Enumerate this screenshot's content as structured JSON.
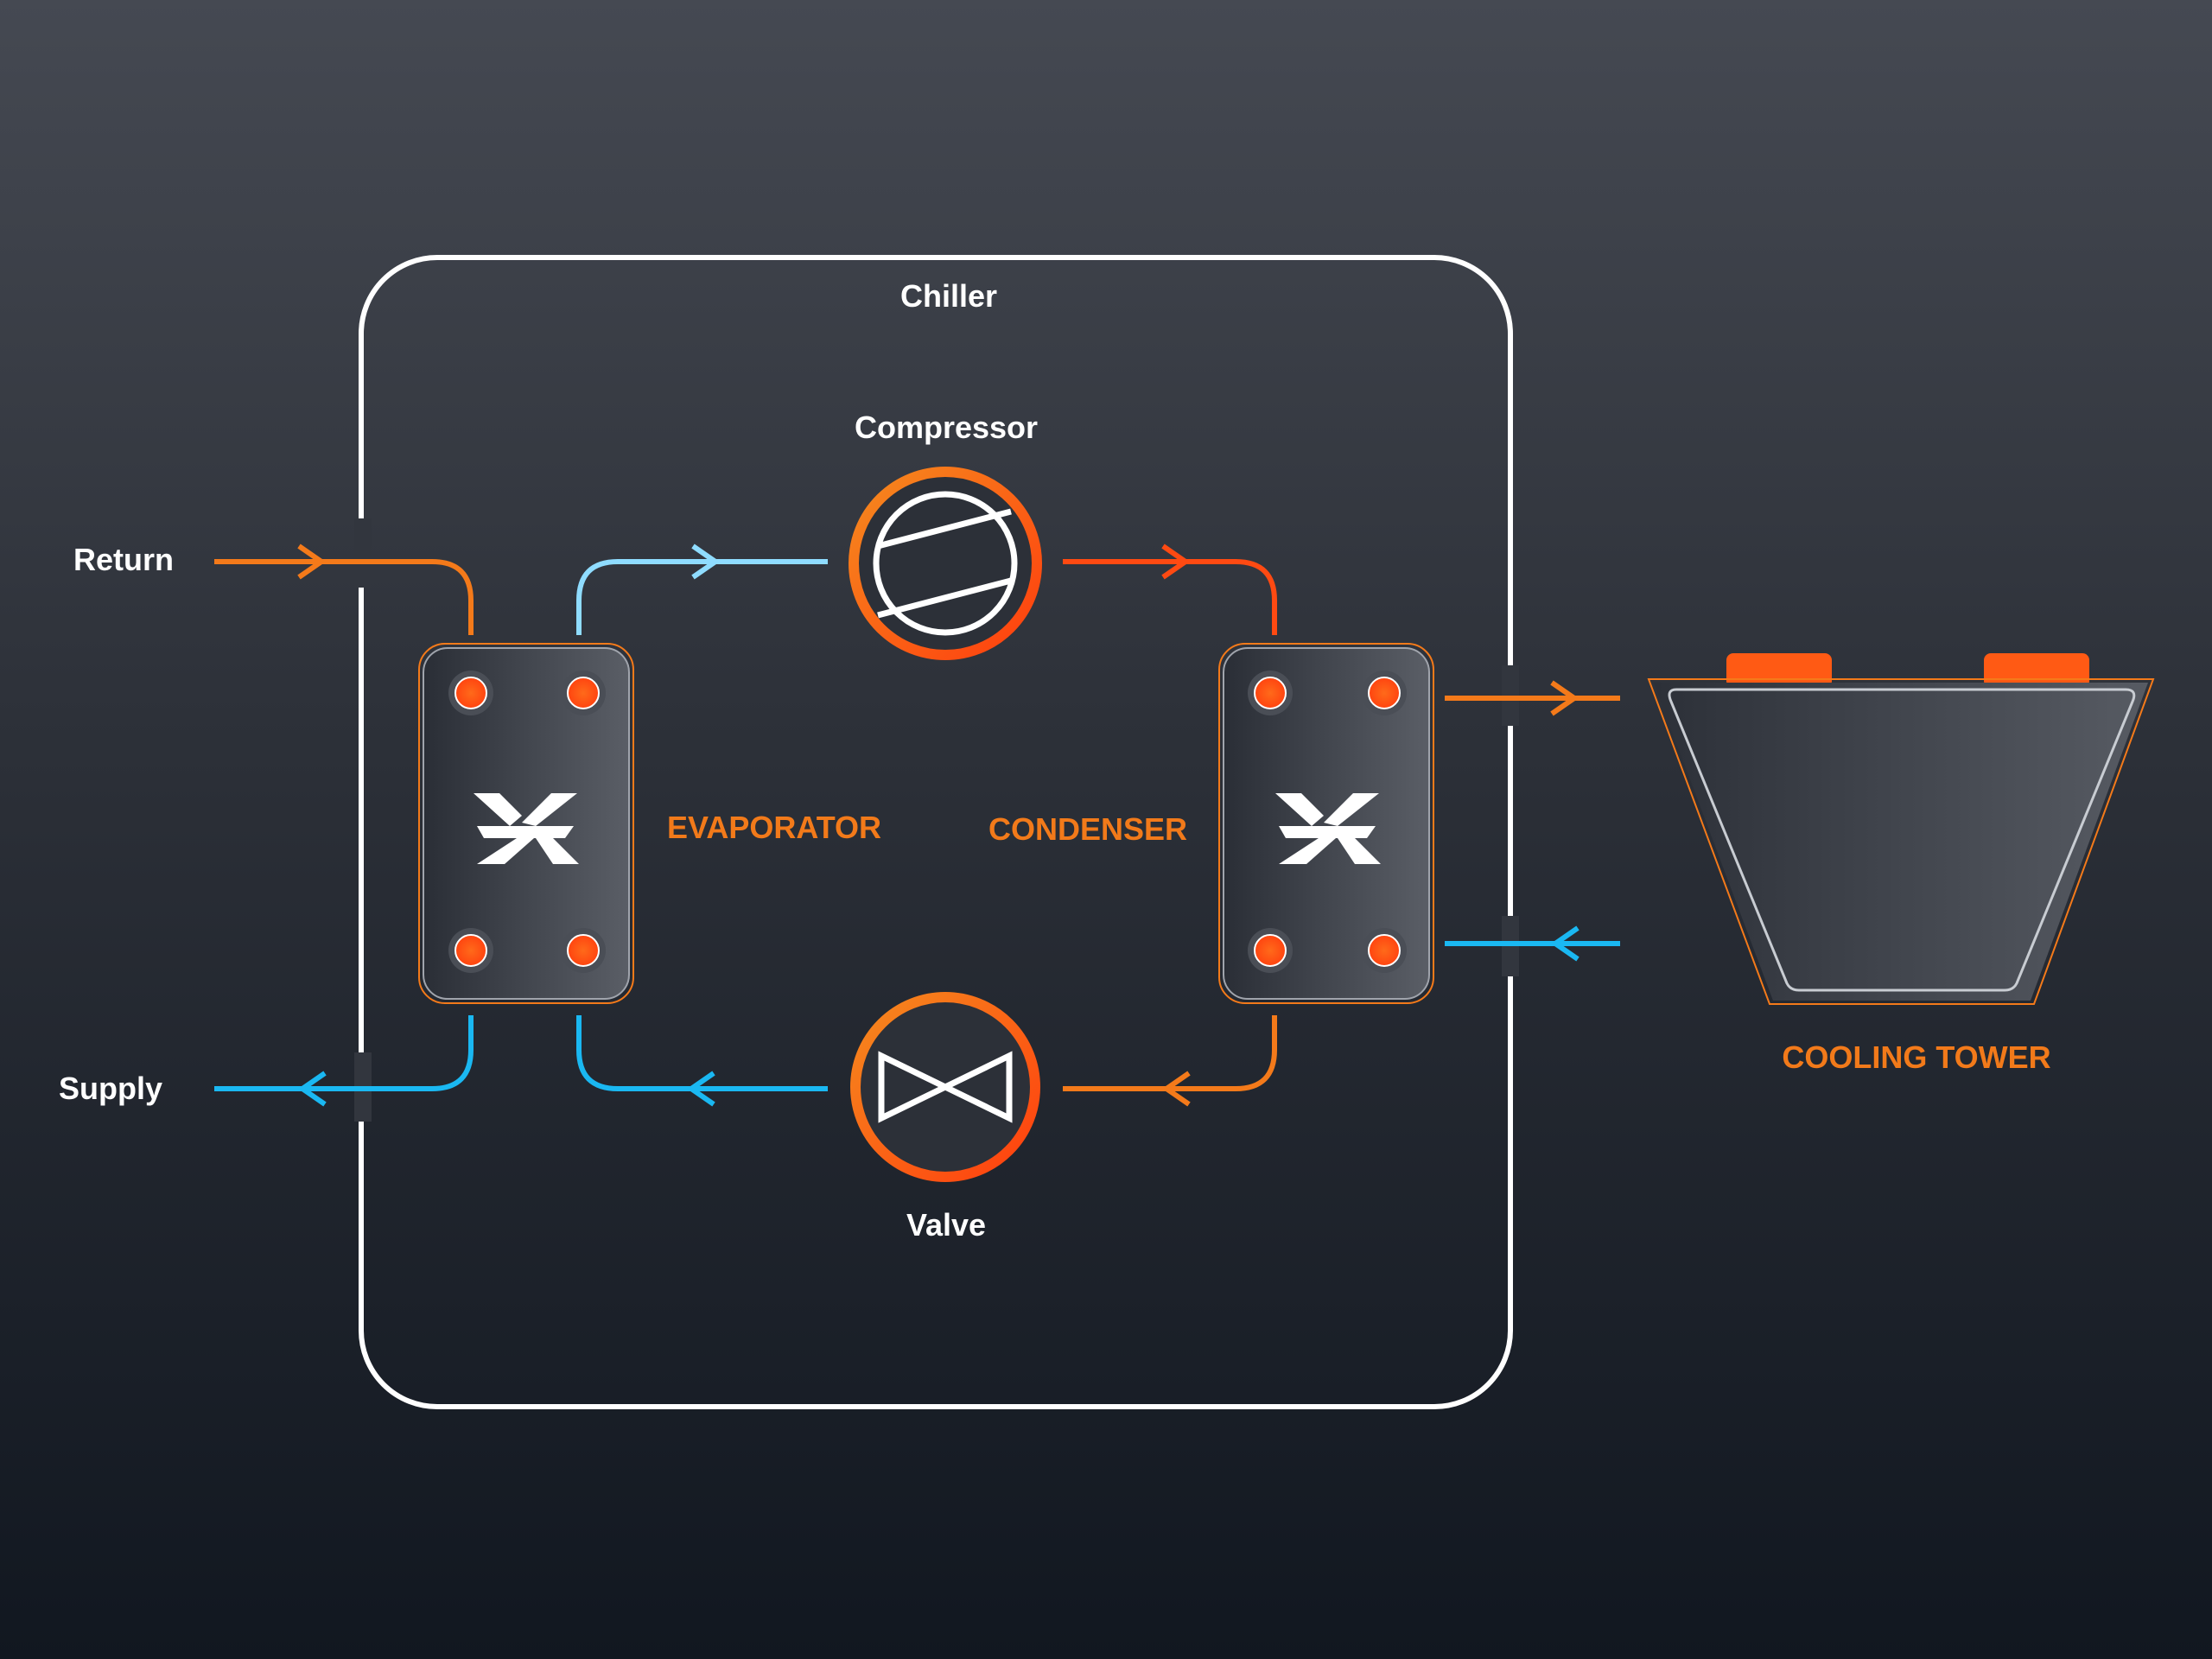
{
  "labels": {
    "chiller": "Chiller",
    "compressor": "Compressor",
    "valve": "Valve",
    "return": "Return",
    "supply": "Supply",
    "evaporator": "EVAPORATOR",
    "condenser": "CONDENSER",
    "cooling_tower": "COOLING TOWER"
  },
  "colors": {
    "hot": "#f47a1a",
    "hot_red": "#ff4a12",
    "cold": "#1ab8f2",
    "cold_light": "#8fdcff",
    "frame": "#ffffff",
    "label_accent": "#f27a1a"
  },
  "icons": {
    "compressor": "compressor-icon",
    "valve": "expansion-valve-icon",
    "heat_exchanger": "plate-heat-exchanger-icon",
    "cooling_tower": "cooling-tower-icon"
  }
}
